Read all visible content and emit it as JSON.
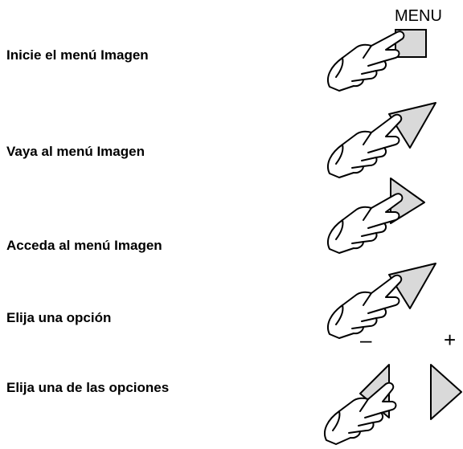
{
  "steps": [
    {
      "label": "Inicie el menú Imagen",
      "icon": "menu-button-press"
    },
    {
      "label": "Vaya al menú Imagen",
      "icon": "up-arrow-press"
    },
    {
      "label": "Acceda al menú Imagen",
      "icon": "right-arrow-press"
    },
    {
      "label": "Elija una opción",
      "icon": "up-arrow-press"
    },
    {
      "label": "Elija una de las opciones",
      "icon": "left-right-arrow-press"
    }
  ],
  "controls": {
    "menu_label": "MENU",
    "minus_label": "–",
    "plus_label": "+"
  },
  "colors": {
    "button_fill": "#d9d9d9",
    "line": "#000000"
  }
}
